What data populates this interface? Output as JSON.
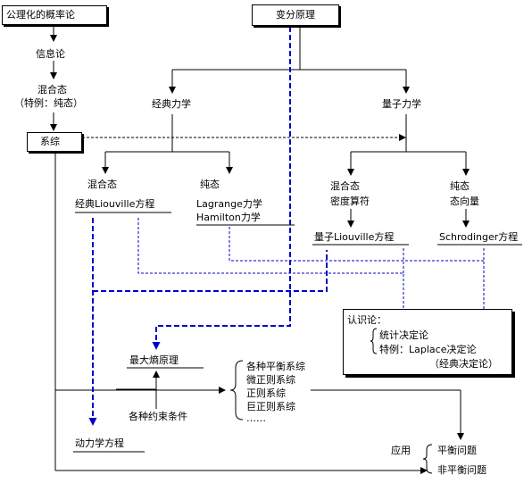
{
  "nodes": {
    "prob_theory": "公理化的概率论",
    "info_theory": "信息论",
    "mixed_state_top": "混合态",
    "mixed_state_top_note": "（特例：纯态）",
    "system": "系综",
    "variational_principle": "变分原理",
    "classical_mechanics": "经典力学",
    "quantum_mechanics": "量子力学",
    "classical_mixed": "混合态",
    "classical_liouville": "经典Liouville方程",
    "classical_pure": "纯态",
    "lagrange": "Lagrange力学",
    "hamilton": "Hamilton力学",
    "quantum_mixed": "混合态",
    "density_operator": "密度算符",
    "quantum_liouville": "量子Liouville方程",
    "quantum_pure": "纯态",
    "state_vector": "态向量",
    "schrodinger": "Schrodinger方程",
    "max_entropy": "最大熵原理",
    "constraints": "各种约束条件",
    "dynamics_eq": "动力学方程",
    "app_label": "应用",
    "equilibrium": "平衡问题",
    "non_equilibrium": "非平衡问题"
  },
  "ensembles": [
    "各种平衡系综",
    "微正则系综",
    "正则系综",
    "巨正则系综",
    "……"
  ],
  "epistemology": {
    "title": "认识论：",
    "statistical": "统计决定论",
    "special_case": "特例：Laplace决定论",
    "classical_note": "（经典决定论）"
  },
  "colors": {
    "line": "#000000",
    "blue_line": "#0000cc",
    "background": "#ffffff"
  }
}
